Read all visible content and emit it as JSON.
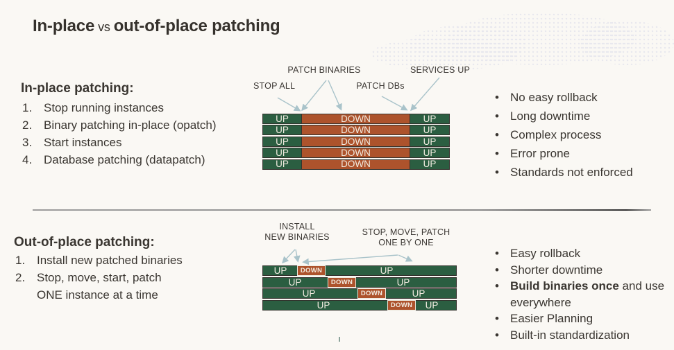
{
  "title": {
    "bold1": "In-place",
    "vs": "vs",
    "bold2": "out-of-place patching"
  },
  "colors": {
    "background": "#faf8f4",
    "text": "#3a3631",
    "green": "#2b5e41",
    "orange": "#ad532c",
    "cell_text": "#f2ece1",
    "arrow": "#a9c3ca",
    "divider": "#8d8d8d"
  },
  "inplace": {
    "heading": "In-place patching:",
    "steps": [
      "Stop running instances",
      "Binary patching in-place (opatch)",
      "Start instances",
      "Database patching (datapatch)"
    ],
    "diagram": {
      "label_patch_binaries": "PATCH BINARIES",
      "label_stop_all": "STOP ALL",
      "label_patch_dbs": "PATCH DBs",
      "label_services_up": "SERVICES UP",
      "cell_up": "UP",
      "cell_down": "DOWN",
      "rows": 5
    },
    "cons": [
      "No easy rollback",
      "Long downtime",
      "Complex process",
      "Error prone",
      "Standards not enforced"
    ]
  },
  "outofplace": {
    "heading": "Out-of-place patching:",
    "steps": [
      "Install new patched binaries",
      "Stop, move, start, patch\nONE instance at a time"
    ],
    "diagram": {
      "label_install_line1": "INSTALL",
      "label_install_line2": "NEW BINARIES",
      "label_stopmove_line1": "STOP, MOVE, PATCH",
      "label_stopmove_line2": "ONE BY ONE",
      "cell_up": "UP",
      "cell_down": "DOWN",
      "rows": 4
    },
    "pros": {
      "item1": "Easy rollback",
      "item2": "Shorter downtime",
      "item3_bold": "Build binaries once",
      "item3_rest": " and use everywhere",
      "item4": "Easier Planning",
      "item5": "Built-in standardization"
    }
  }
}
